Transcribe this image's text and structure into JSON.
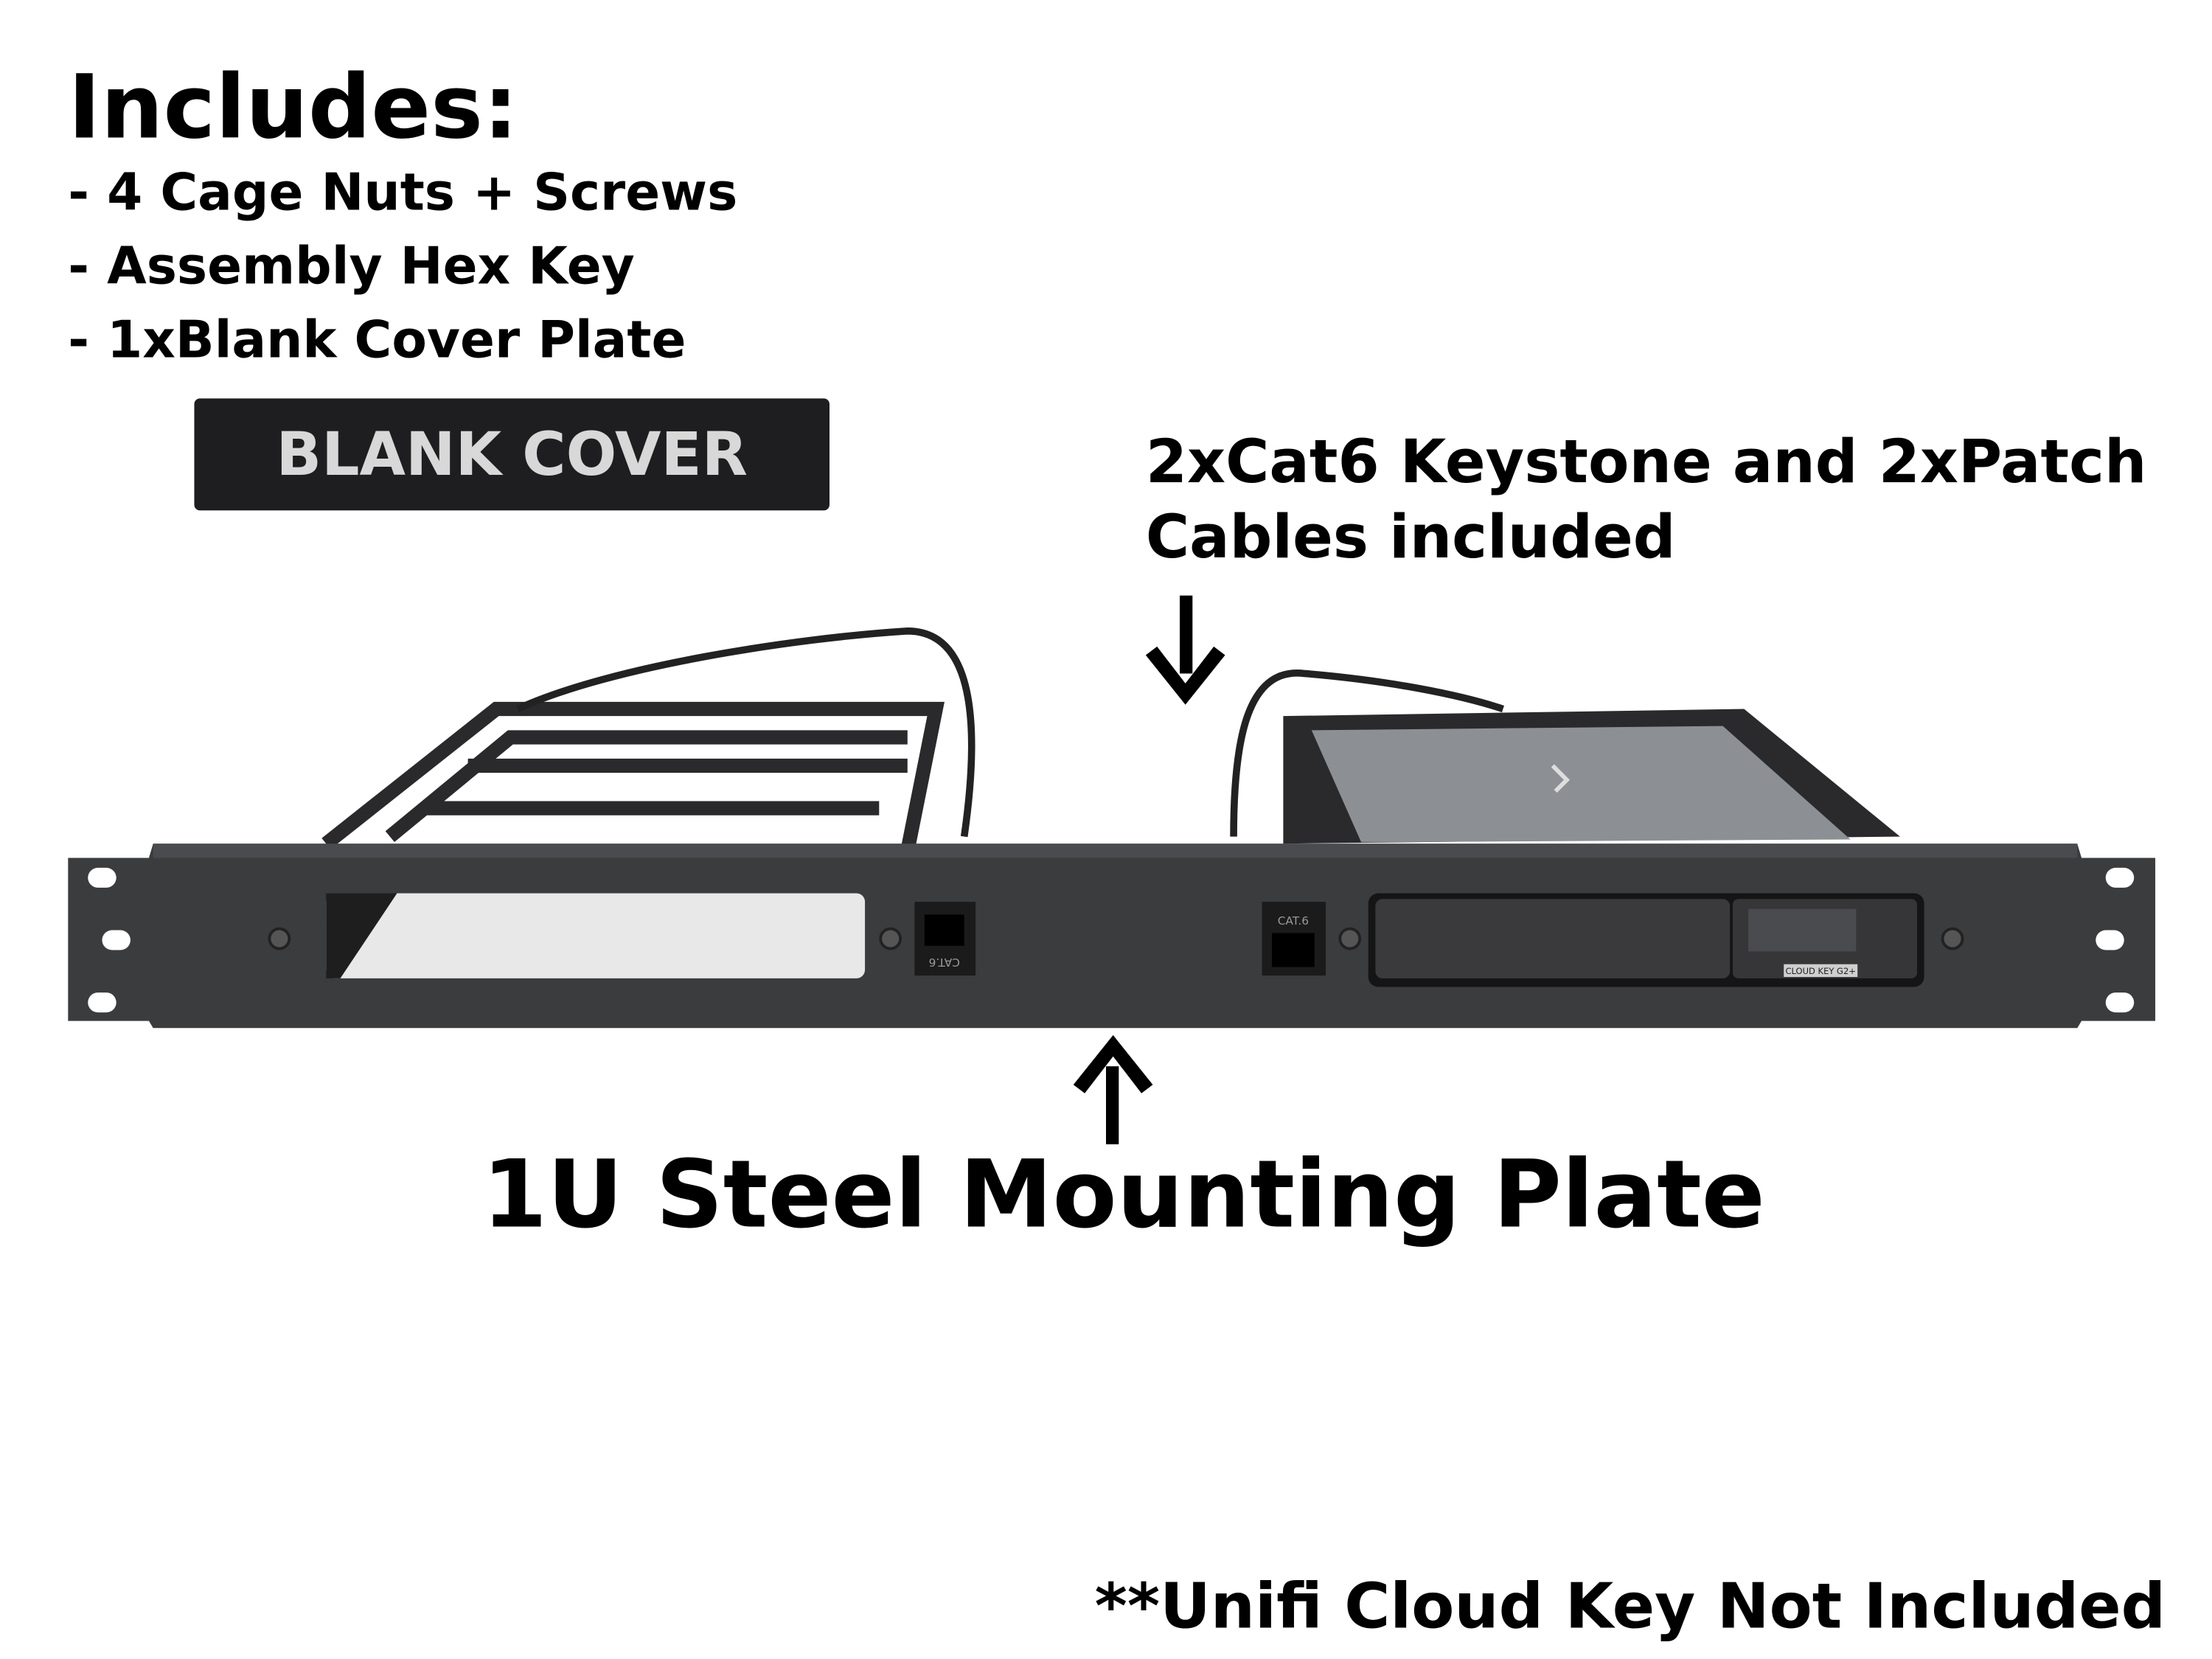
{
  "includes": {
    "heading": "Includes:",
    "items": [
      "- 4 Cage Nuts + Screws",
      "- Assembly Hex Key",
      "- 1xBlank Cover Plate"
    ]
  },
  "blank_cover_label": "BLANK COVER",
  "keystone_note": {
    "line1": "2xCat6 Keystone and 2xPatch",
    "line2": "Cables included"
  },
  "plate_label": "1U Steel Mounting Plate",
  "disclaimer": "**Unifi Cloud Key Not Included",
  "keystone_labels": [
    "CAT.6",
    "CAT.6"
  ],
  "device_label": "CLOUD KEY G2+",
  "colors": {
    "plate": "#3b3c3e",
    "text": "#000000",
    "background": "#ffffff"
  }
}
